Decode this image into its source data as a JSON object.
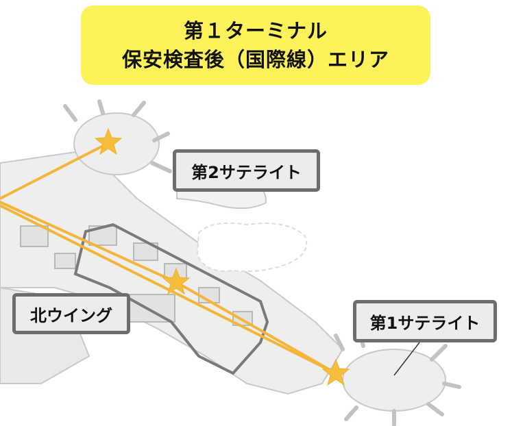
{
  "title": {
    "line1": "第１ターミナル",
    "line2": "保安検査後（国際線）エリア"
  },
  "labels": {
    "satellite2": "第2サテライト",
    "north_wing": "北ウイング",
    "satellite1": "第1サテライト"
  },
  "colors": {
    "title_bg": "#fdf25a",
    "route": "#f3b63a",
    "star": "#f6bd3a",
    "label_border": "#6d6d6d",
    "label_bg": "#ececec",
    "building_fill": "#eeeeee",
    "building_stroke": "#c9c9c9"
  },
  "markers": [
    {
      "name": "star-satellite2-gate",
      "icon": "star-icon"
    },
    {
      "name": "star-north-wing-gate",
      "icon": "star-icon"
    },
    {
      "name": "star-satellite1-gate",
      "icon": "star-icon"
    }
  ]
}
